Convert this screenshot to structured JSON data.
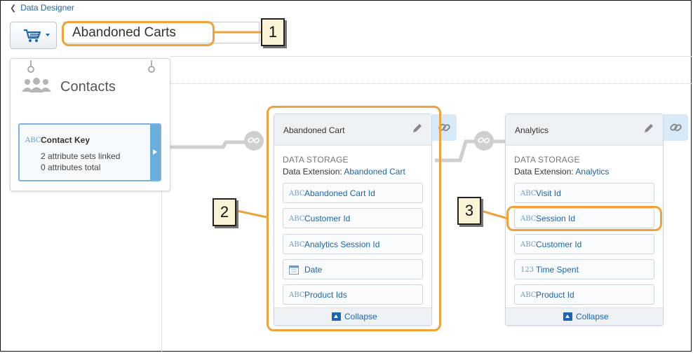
{
  "breadcrumb": {
    "label": "Data Designer"
  },
  "header": {
    "name_value": "Abandoned Carts"
  },
  "contacts": {
    "title": "Contacts",
    "key": {
      "type": "ABC",
      "name": "Contact Key",
      "line1": "2 attribute sets linked",
      "line2": "0 attributes total"
    }
  },
  "entities": [
    {
      "name": "Abandoned Cart",
      "section_label": "DATA STORAGE",
      "ext_prefix": "Data Extension: ",
      "ext_link": "Abandoned Cart",
      "fields": [
        {
          "type": "ABC",
          "label": "Abandoned Cart Id"
        },
        {
          "type": "ABC",
          "label": "Customer Id"
        },
        {
          "type": "ABC",
          "label": "Analytics Session Id"
        },
        {
          "type": "calendar-icon",
          "label": "Date"
        },
        {
          "type": "ABC",
          "label": "Product Ids"
        }
      ],
      "collapse_label": "Collapse"
    },
    {
      "name": "Analytics",
      "section_label": "DATA STORAGE",
      "ext_prefix": "Data Extension: ",
      "ext_link": "Analytics",
      "fields": [
        {
          "type": "ABC",
          "label": "Visit Id"
        },
        {
          "type": "ABC",
          "label": "Session Id"
        },
        {
          "type": "ABC",
          "label": "Customer Id"
        },
        {
          "type": "123",
          "label": "Time Spent"
        },
        {
          "type": "ABC",
          "label": "Product Id"
        }
      ],
      "collapse_label": "Collapse"
    }
  ],
  "callouts": [
    "1",
    "2",
    "3"
  ],
  "colors": {
    "accent": "#1a66b0",
    "highlight": "#f0a23a",
    "callout_bg": "#fbf3d6"
  }
}
